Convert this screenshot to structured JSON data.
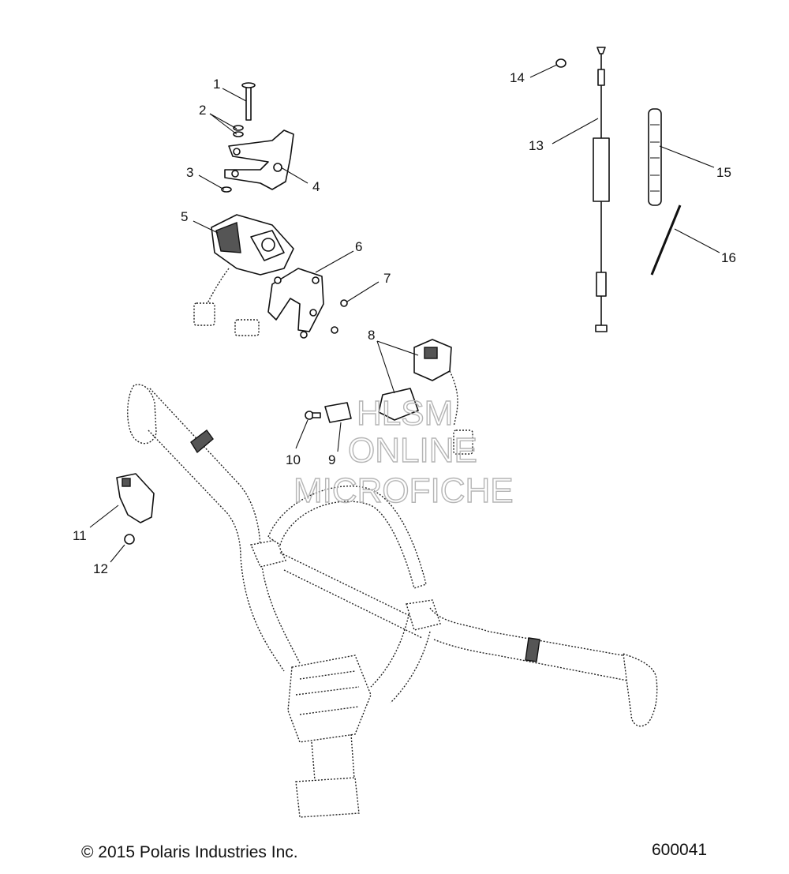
{
  "callouts": [
    "1",
    "2",
    "3",
    "4",
    "5",
    "6",
    "7",
    "8",
    "9",
    "10",
    "11",
    "12",
    "13",
    "14",
    "15",
    "16"
  ],
  "watermark": {
    "line1": "HLSM",
    "line2": "ONLINE",
    "line3": "MICROFICHE"
  },
  "footer": {
    "copyright": "© 2015 Polaris Industries Inc.",
    "figure_number": "600041"
  }
}
